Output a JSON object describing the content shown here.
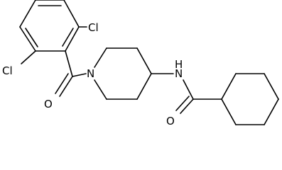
{
  "molecule": {
    "atoms": {
      "cl_top": "Cl",
      "cl_left": "Cl",
      "o_carbonyl_left": "O",
      "n_piperidine": "N",
      "n_amide": "N",
      "h_amide": "H",
      "o_carbonyl_right": "O"
    }
  }
}
